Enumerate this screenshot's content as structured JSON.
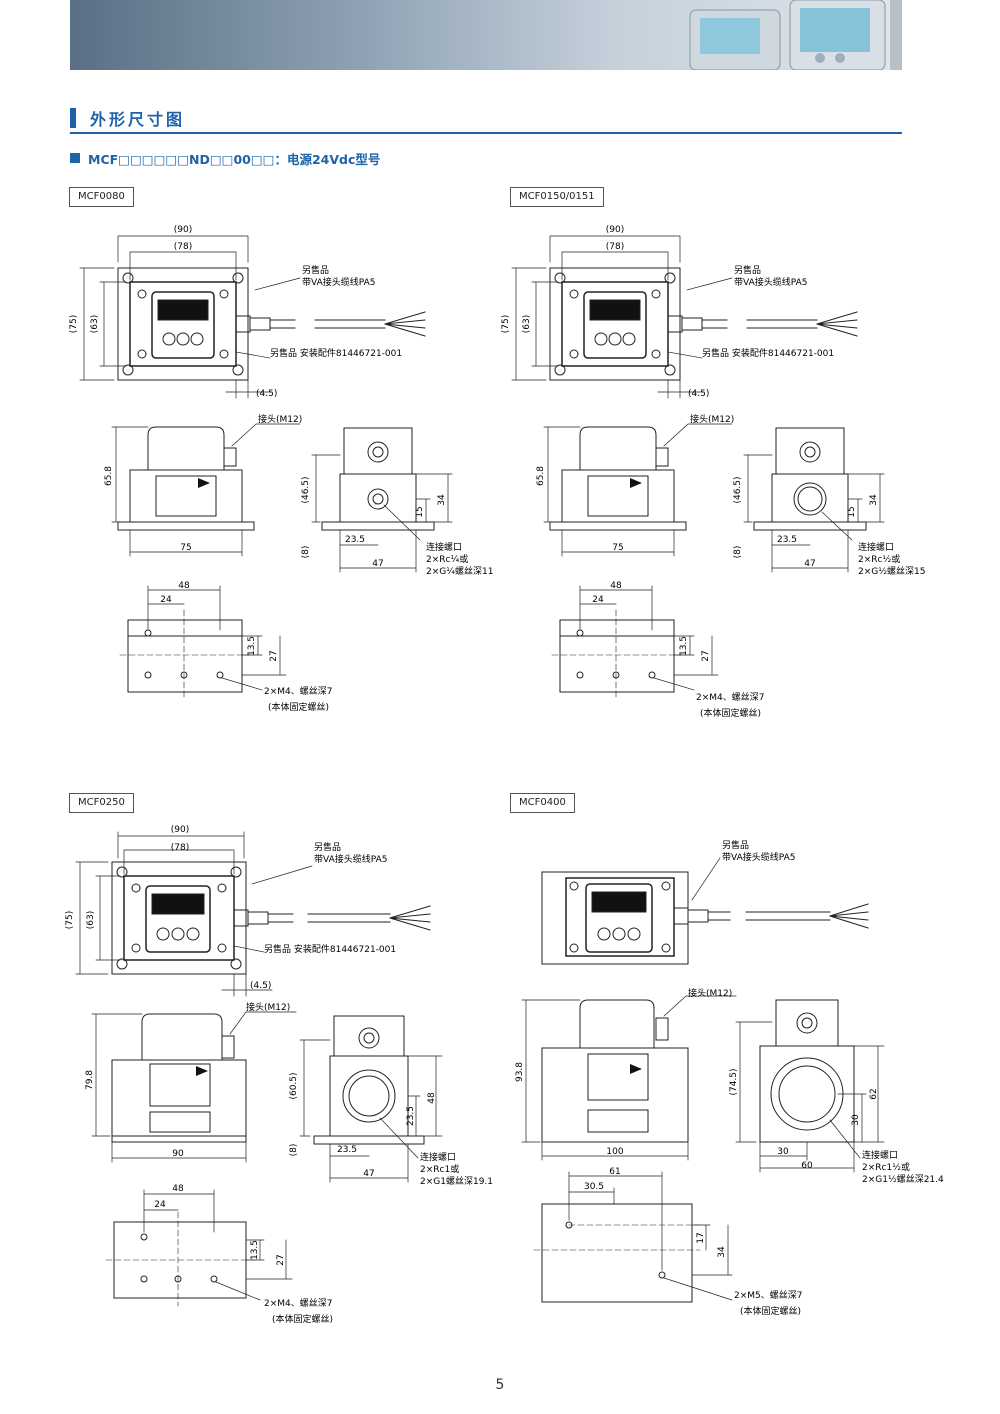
{
  "header": {
    "section_title": "外形尺寸图",
    "subtitle": "MCF□□□□□□ND□□00□□：电源24Vdc型号"
  },
  "models": {
    "m1": "MCF0080",
    "m2": "MCF0150/0151",
    "m3": "MCF0250",
    "m4": "MCF0400"
  },
  "common": {
    "sold_sep": "另售品",
    "cable": "带VA接头缆线PA5",
    "bracket": "另售品 安装配件81446721-001",
    "connector": "接头(M12)",
    "conn_port": "连接螺口",
    "fix_screw": "(本体固定螺丝)",
    "dim_90": "(90)",
    "dim_78": "(78)",
    "dim_75": "(75)",
    "dim_63": "(63)",
    "dim_4_5": "(4.5)",
    "dim_8": "(8)",
    "dim_48": "48",
    "dim_24": "24",
    "dim_13_5": "13.5",
    "dim_27": "27",
    "dim_47": "47",
    "dim_23_5": "23.5"
  },
  "m1": {
    "height": "65.8",
    "width": "75",
    "depth": "(46.5)",
    "h34": "34",
    "h15": "15",
    "port_a": "2×Rc¼或",
    "port_b": "2×G¼螺丝深11",
    "screw": "2×M4、螺丝深7"
  },
  "m2": {
    "height": "65.8",
    "width": "75",
    "depth": "(46.5)",
    "h34": "34",
    "h15": "15",
    "port_a": "2×Rc½或",
    "port_b": "2×G½螺丝深15",
    "screw": "2×M4、螺丝深7"
  },
  "m3": {
    "height": "79.8",
    "width": "90",
    "depth": "(60.5)",
    "h48": "48",
    "h23_5": "23.5",
    "port_a": "2×Rc1或",
    "port_b": "2×G1螺丝深19.1",
    "screw": "2×M4、螺丝深7"
  },
  "m4": {
    "height": "93.8",
    "width": "100",
    "depth": "(74.5)",
    "h62": "62",
    "h30": "30",
    "w30": "30",
    "w60": "60",
    "port_a": "2×Rc1½或",
    "port_b": "2×G1½螺丝深21.4",
    "d61": "61",
    "d30_5": "30.5",
    "d17": "17",
    "d34": "34",
    "screw": "2×M5、螺丝深7"
  },
  "page_number": "5"
}
